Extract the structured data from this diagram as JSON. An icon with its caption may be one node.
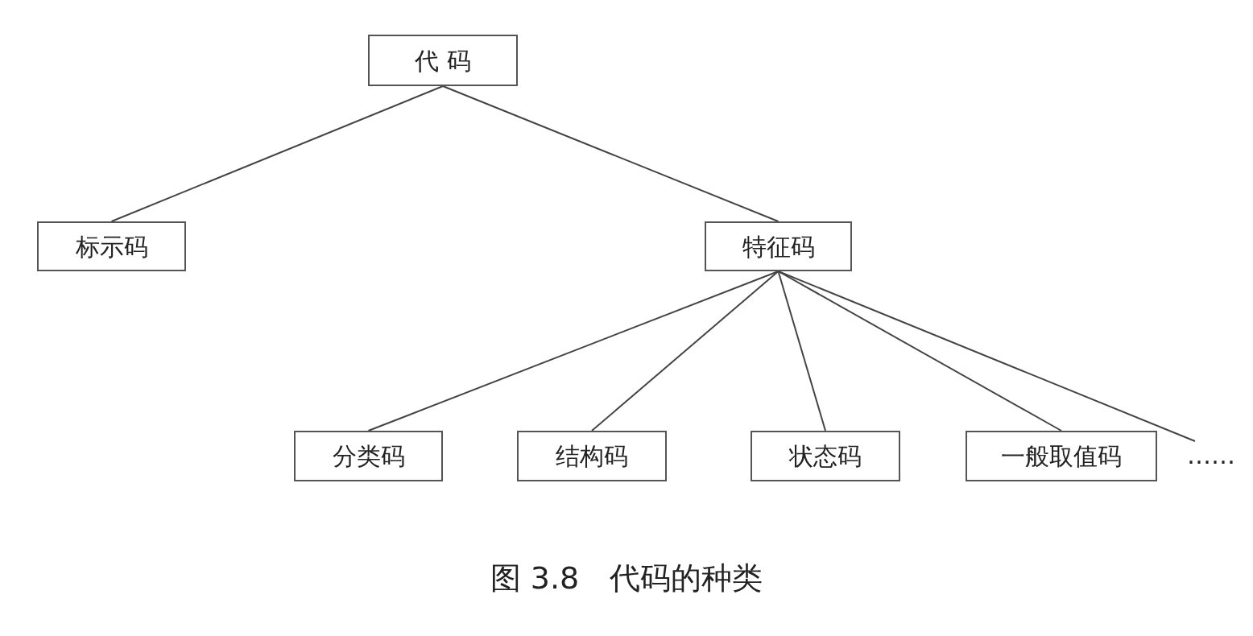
{
  "diagram": {
    "caption": "图 3.8　代码的种类",
    "nodes": [
      {
        "text": [
          "代 码"
        ]
      },
      {
        "text": [
          "标示码"
        ]
      },
      {
        "text": [
          "特征码"
        ]
      },
      {
        "text": [
          "分类码"
        ]
      },
      {
        "text": [
          "结构码"
        ]
      },
      {
        "text": [
          "状态码"
        ]
      },
      {
        "text": [
          "一般取值码"
        ]
      },
      {
        "text": [
          "……"
        ]
      }
    ],
    "edges": [
      {
        "from": 0,
        "to": 1,
        "arrow": "none"
      },
      {
        "from": 0,
        "to": 2,
        "arrow": "none"
      },
      {
        "from": 2,
        "to": 3,
        "arrow": "none"
      },
      {
        "from": 2,
        "to": 4,
        "arrow": "none"
      },
      {
        "from": 2,
        "to": 5,
        "arrow": "none"
      },
      {
        "from": 2,
        "to": 6,
        "arrow": "none"
      },
      {
        "from": 2,
        "to": 7,
        "arrow": "none"
      }
    ]
  }
}
